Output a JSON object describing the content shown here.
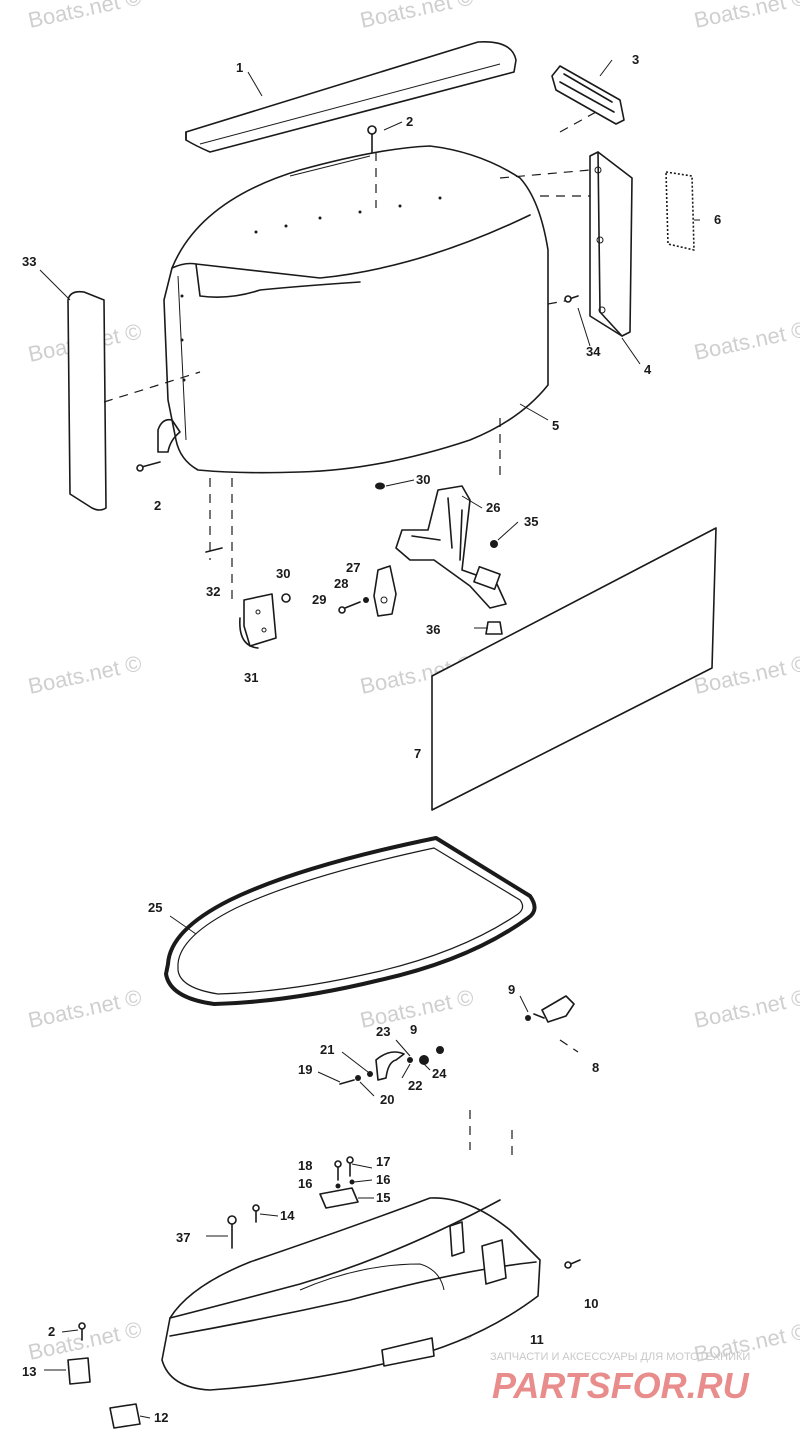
{
  "watermark": {
    "text": "Boats.net ©",
    "instances": [
      "wm-1",
      "wm-2",
      "wm-3",
      "wm-4",
      "wm-5",
      "wm-6",
      "wm-7",
      "wm-8",
      "wm-9",
      "wm-10",
      "wm-11",
      "wm-12",
      "wm-13",
      "wm-14",
      "wm-15",
      "wm-16",
      "wm-17",
      "wm-18",
      "wm-19",
      "wm-20"
    ]
  },
  "footer_logo": {
    "tagline": "ЗАПЧАСТИ И АКСЕССУАРЫ ДЛЯ МОТОТЕХНИКИ",
    "brand": "PARTSFOR.RU",
    "color": "#e88c8c"
  },
  "labels": {
    "l1": "1",
    "l2a": "2",
    "l2b": "2",
    "l2c": "2",
    "l3": "3",
    "l4": "4",
    "l5": "5",
    "l6": "6",
    "l7": "7",
    "l8": "8",
    "l9a": "9",
    "l9b": "9",
    "l10": "10",
    "l11": "11",
    "l12": "12",
    "l13": "13",
    "l14": "14",
    "l15": "15",
    "l16a": "16",
    "l16b": "16",
    "l17": "17",
    "l18": "18",
    "l19": "19",
    "l20": "20",
    "l21": "21",
    "l22": "22",
    "l23": "23",
    "l24": "24",
    "l25": "25",
    "l26": "26",
    "l27": "27",
    "l28": "28",
    "l29": "29",
    "l30a": "30",
    "l30b": "30",
    "l31": "31",
    "l32": "32",
    "l33": "33",
    "l34": "34",
    "l35": "35",
    "l36": "36",
    "l37": "37"
  }
}
